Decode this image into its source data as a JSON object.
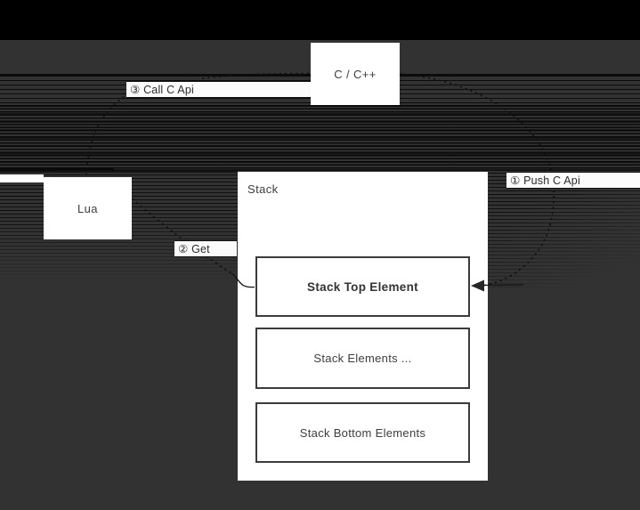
{
  "colors": {
    "background": "#323232",
    "top_band": "#000000",
    "paper": "#ffffff",
    "ink": "#3a3a3a",
    "stroke": "#0d0d0d"
  },
  "nodes": {
    "c_cpp": {
      "label": "C / C++"
    },
    "lua": {
      "label": "Lua"
    },
    "stack": {
      "title": "Stack",
      "items": [
        {
          "label": "Stack Top Element"
        },
        {
          "label": "Stack Elements ..."
        },
        {
          "label": "Stack Bottom Elements"
        }
      ]
    }
  },
  "edges": [
    {
      "id": "push",
      "label": "① Push C Api"
    },
    {
      "id": "get",
      "label": "② Get"
    },
    {
      "id": "call",
      "label": "③ Call C Api"
    }
  ]
}
